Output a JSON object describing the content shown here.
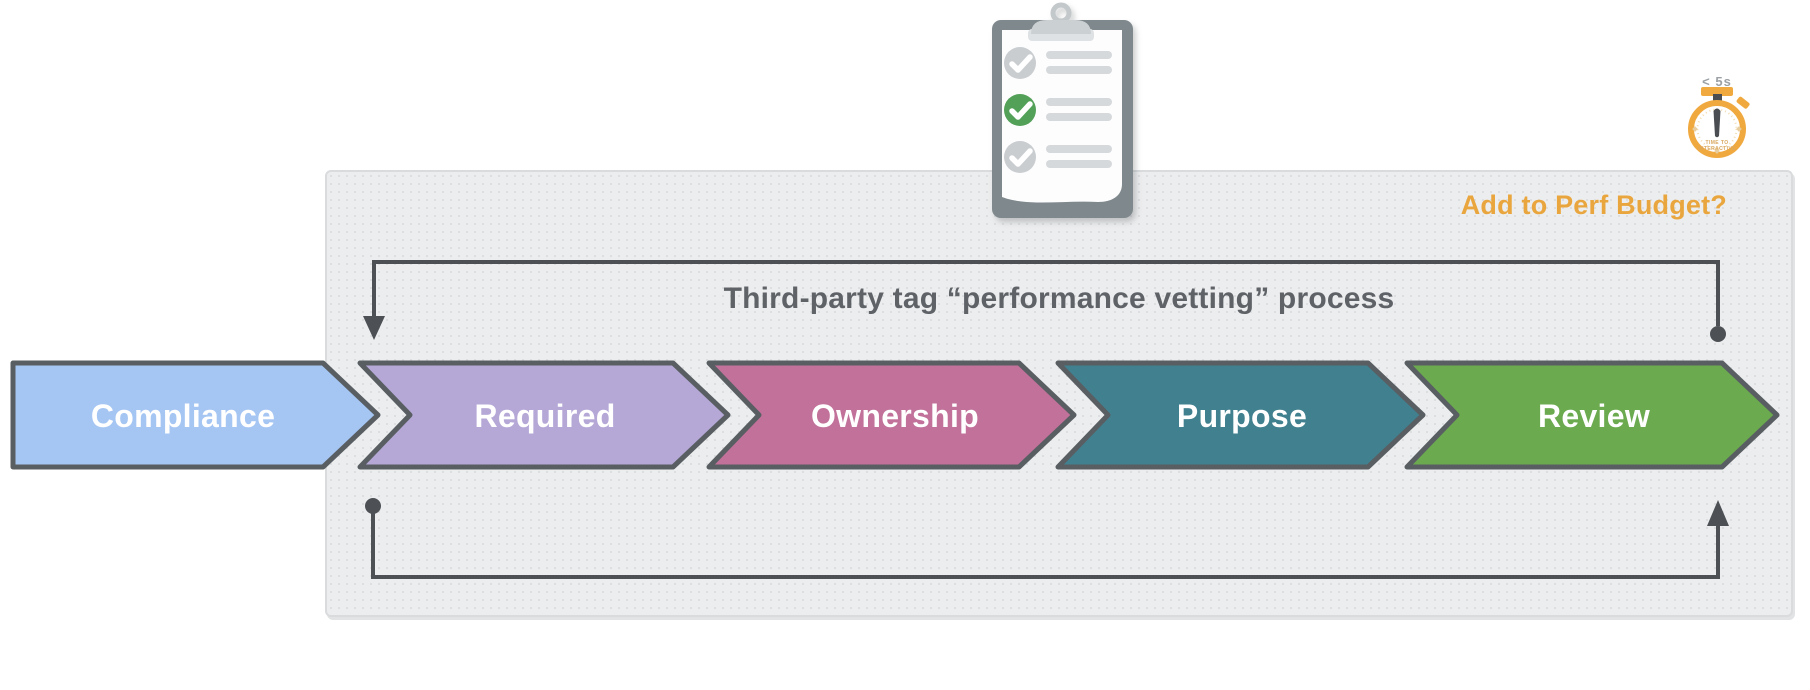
{
  "diagram": {
    "title": "Third-party tag “performance vetting” process",
    "badge": "Add to Perf Budget?",
    "stopwatch": {
      "caption": "< 5s",
      "dial_line1": "TIME TO",
      "dial_line2": "INTERACTIVE"
    },
    "stages": [
      {
        "label": "Compliance",
        "fill": "#a5c5f3"
      },
      {
        "label": "Required",
        "fill": "#b5a8d7"
      },
      {
        "label": "Ownership",
        "fill": "#c1719a"
      },
      {
        "label": "Purpose",
        "fill": "#41808f"
      },
      {
        "label": "Review",
        "fill": "#6baa4f"
      }
    ],
    "icons": {
      "top_center": "clipboard-checklist",
      "top_right": "stopwatch"
    },
    "colors": {
      "panel_bg": "#ecedee",
      "panel_border": "#d9dbdd",
      "stage_border": "#595e62",
      "loop": "#4d5156",
      "title_text": "#5f6368",
      "badge_text": "#eaa63e",
      "stopwatch_orange": "#f0a93f",
      "check_green": "#53a158",
      "check_gray": "#c9cdd0",
      "clipboard_frame": "#7f888d"
    }
  }
}
